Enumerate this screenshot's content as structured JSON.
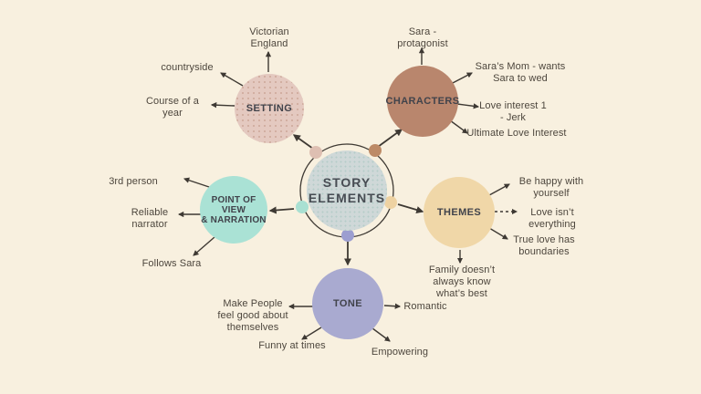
{
  "diagram": {
    "title": "STORY ELEMENTS",
    "background_color": "#f8f0df",
    "arrow_color": "#3e3933",
    "center_node": {
      "label": "STORY\nELEMENTS",
      "fill_color": "#cfd8d8",
      "ring_color": "#3e3933"
    },
    "connector_dots": {
      "setting": "#debfb2",
      "characters": "#bd8a66",
      "pov": "#a9e0d2",
      "themes": "#eed2a2",
      "tone": "#9c9ed0"
    },
    "nodes": {
      "setting": {
        "label": "SETTING",
        "color": "#e4c9c0",
        "items": {
          "victorian_england": "Victorian\nEngland",
          "countryside": "countryside",
          "course_of_a_year": "Course of a\nyear"
        }
      },
      "characters": {
        "label": "CHARACTERS",
        "color": "#b9866d",
        "items": {
          "sara_protagonist": "Sara -\nprotagonist",
          "saras_mom": "Sara’s Mom - wants\nSara to wed",
          "love_interest_1": "Love interest 1\n- Jerk",
          "ultimate_love_interest": "Ultimate Love Interest"
        }
      },
      "pov": {
        "label": "POINT OF VIEW\n& NARRATION",
        "color": "#aae2d5",
        "items": {
          "third_person": "3rd person",
          "reliable_narrator": "Reliable\nnarrator",
          "follows_sara": "Follows Sara"
        }
      },
      "themes": {
        "label": "THEMES",
        "color": "#f0d7a8",
        "items": {
          "be_happy": "Be happy with\nyourself",
          "love_isnt_everything": "Love isn’t\neverything",
          "true_love_boundaries": "True love has\nboundaries",
          "family_doesnt_know": "Family doesn’t\nalways know\nwhat’s best"
        }
      },
      "tone": {
        "label": "TONE",
        "color": "#a9aad0",
        "items": {
          "make_people_feel_good": "Make People\nfeel good about\nthemselves",
          "romantic": "Romantic",
          "funny_at_times": "Funny at times",
          "empowering": "Empowering"
        }
      }
    }
  }
}
